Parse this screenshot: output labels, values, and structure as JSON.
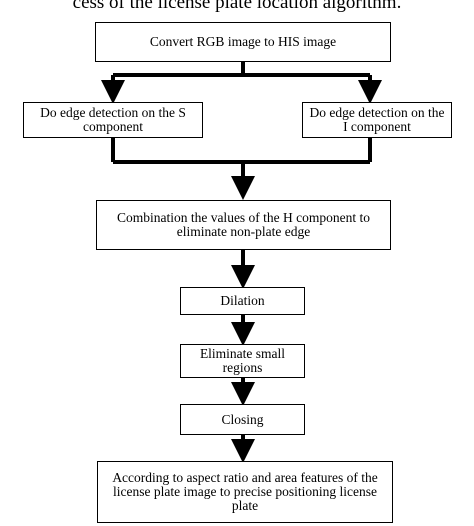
{
  "caption": "cess of the license plate location algorithm.",
  "nodes": {
    "convert": "Convert RGB image to HIS image",
    "edge_s": "Do edge detection on the S component",
    "edge_i": "Do edge detection on the I component",
    "combination": "Combination the values of the H component to eliminate non-plate edge",
    "dilation": "Dilation",
    "eliminate": "Eliminate small regions",
    "closing": "Closing",
    "final": "According to aspect ratio and area features of the license plate image to precise positioning license plate"
  }
}
